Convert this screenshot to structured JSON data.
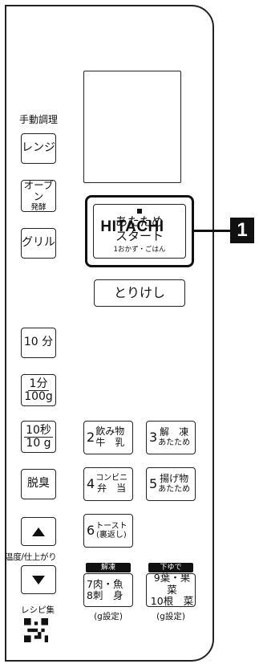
{
  "brand": "HITACHI",
  "manual_heading": "手動調理",
  "buttons": {
    "range": "レンジ",
    "oven": "オーブン",
    "oven_sub": "発酵",
    "grill": "グリル",
    "ten_min": "10 分",
    "one_min_top": "1分",
    "one_min_bottom": "100g",
    "ten_sec_top": "10秒",
    "ten_sec_bottom": "10 g",
    "deodorize": "脱臭",
    "cancel": "とりけし"
  },
  "start": {
    "line1": "あたため",
    "line2": "スタート",
    "line3": "1おかず・ごはん"
  },
  "callout_number": "1",
  "temp_label": "温度/仕上がり",
  "recipe_label": "レシピ集",
  "menu": [
    {
      "num": "2",
      "l1": "飲み物",
      "l2": "牛　乳"
    },
    {
      "num": "3",
      "l1": "解　凍",
      "l2": "あたため"
    },
    {
      "num": "4",
      "l1": "コンビニ",
      "l2": "弁　当"
    },
    {
      "num": "5",
      "l1": "揚げ物",
      "l2": "あたため"
    },
    {
      "num": "6",
      "l1": "トースト",
      "l2": "(裏返し)"
    },
    {
      "num": "7",
      "l1": "肉・魚",
      "l2": ""
    },
    {
      "num": "8",
      "l1": "刺　身",
      "l2": ""
    },
    {
      "num": "9",
      "l1": "葉・果菜",
      "l2": ""
    },
    {
      "num": "10",
      "l1": "根　菜",
      "l2": ""
    }
  ],
  "tags": {
    "thaw": "解凍",
    "boil": "下ゆで"
  },
  "gram_setting": "(g設定)"
}
